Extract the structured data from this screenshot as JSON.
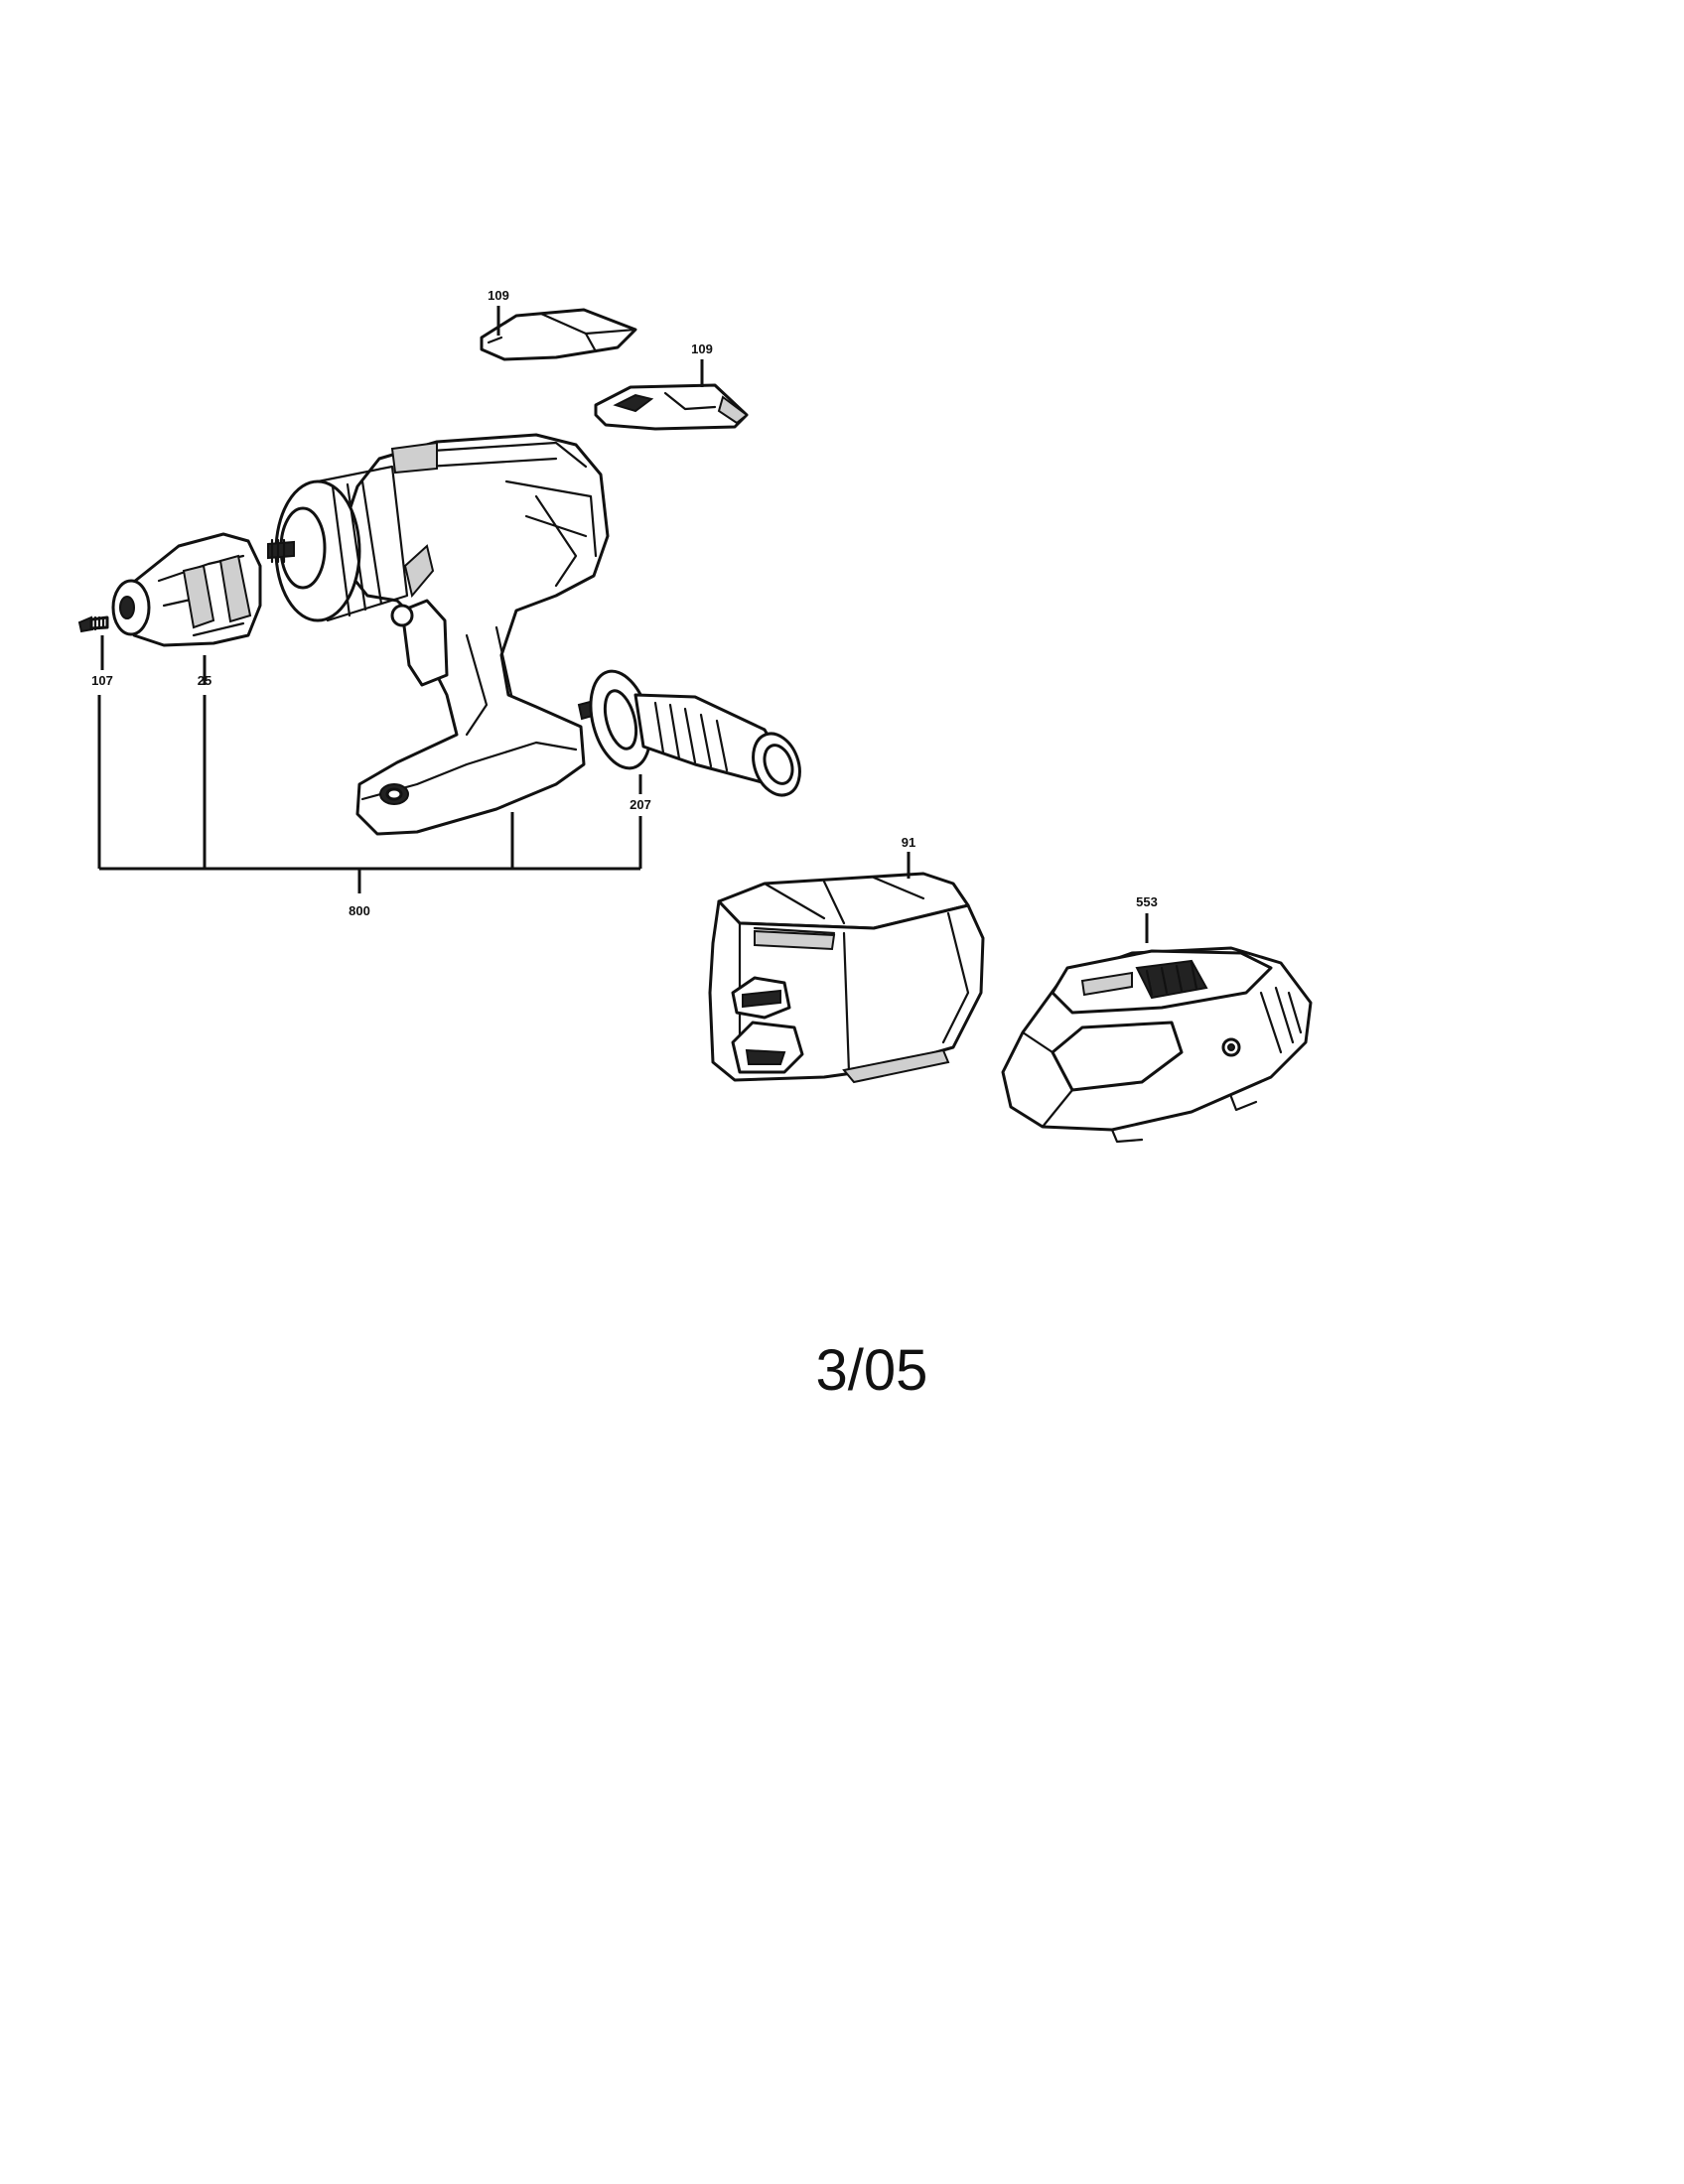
{
  "callouts": {
    "top_cover_1": "109",
    "top_cover_2": "109",
    "screw": "107",
    "chuck": "25",
    "side_handle": "207",
    "assembly": "800",
    "battery": "91",
    "charger": "553"
  },
  "footer": {
    "date_code": "3/05"
  }
}
